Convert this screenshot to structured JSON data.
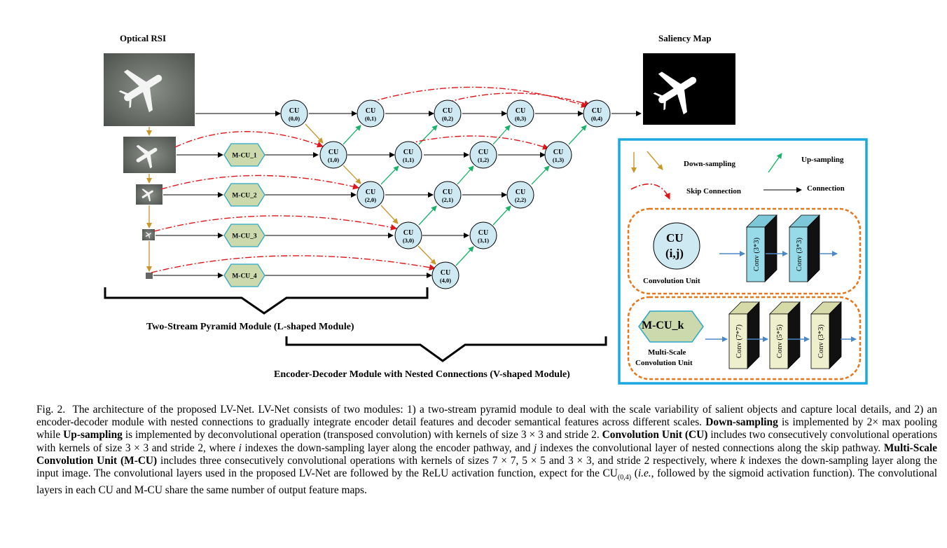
{
  "labels": {
    "optical_rsi": "Optical RSI",
    "saliency_map": "Saliency Map",
    "two_stream": "Two-Stream Pyramid Module (L-shaped Module)",
    "encoder_decoder": "Encoder-Decoder Module with Nested Connections (V-shaped Module)"
  },
  "legend": {
    "down_sampling": "Down-sampling",
    "up_sampling": "Up-sampling",
    "skip_connection": "Skip Connection",
    "connection": "Connection",
    "cu_title": "CU",
    "cu_index": "(i,j)",
    "cu_caption": "Convolution Unit",
    "cu_convs": [
      "Conv (3*3)",
      "Conv (3*3)"
    ],
    "mcu_title": "M-CU_k",
    "mcu_caption_1": "Multi-Scale",
    "mcu_caption_2": "Convolution Unit",
    "mcu_convs": [
      "Conv (7*7)",
      "Conv (5*5)",
      "Conv (3*3)"
    ]
  },
  "cu_nodes": [
    {
      "id": "(0,0)"
    },
    {
      "id": "(0,1)"
    },
    {
      "id": "(0,2)"
    },
    {
      "id": "(0,3)"
    },
    {
      "id": "(0,4)"
    },
    {
      "id": "(1,0)"
    },
    {
      "id": "(1,1)"
    },
    {
      "id": "(1,2)"
    },
    {
      "id": "(1,3)"
    },
    {
      "id": "(2,0)"
    },
    {
      "id": "(2,1)"
    },
    {
      "id": "(2,2)"
    },
    {
      "id": "(3,0)"
    },
    {
      "id": "(3,1)"
    },
    {
      "id": "(4,0)"
    }
  ],
  "cu_label": "CU",
  "mcu_nodes": [
    "M-CU_1",
    "M-CU_2",
    "M-CU_3",
    "M-CU_4"
  ],
  "caption": {
    "fig_label": "Fig. 2.",
    "s1": "The architecture of the proposed LV-Net. LV-Net consists of two modules: 1) a two-stream pyramid module to deal with the scale variability of salient objects and capture local details, and 2) an encoder-decoder module with nested connections to gradually integrate encoder detail features and decoder semantical features across different scales.",
    "down_b": "Down-sampling",
    "s2": "is implemented by 2× max pooling while",
    "up_b": "Up-sampling",
    "s3": "is implemented by deconvolutional operation (transposed convolution) with kernels of size 3 × 3 and stride 2.",
    "cu_b": "Convolution Unit (CU)",
    "s4a": "includes two consecutively convolutional operations with kernels of size 3 × 3 and stride 2, where",
    "i_var": "i",
    "s4b": "indexes the down-sampling layer along the encoder pathway, and",
    "j_var": "j",
    "s4c": "indexes the convolutional layer of nested connections along the skip pathway.",
    "mcu_b": "Multi-Scale Convolution Unit (M-CU)",
    "s5a": "includes three consecutively convolutional operations with kernels of sizes 7 × 7, 5 × 5 and 3 × 3, and stride 2 respectively, where",
    "k_var": "k",
    "s5b": "indexes the down-sampling layer along the input image. The convolutional layers used in the proposed LV-Net are followed by the ReLU activation function, expect for the CU",
    "sub": "(0,4)",
    "s6a": "(",
    "ie": "i.e.",
    "s6b": ", followed by the sigmoid activation function). The convolutional layers in each CU and M-CU share the same number of output feature maps."
  }
}
